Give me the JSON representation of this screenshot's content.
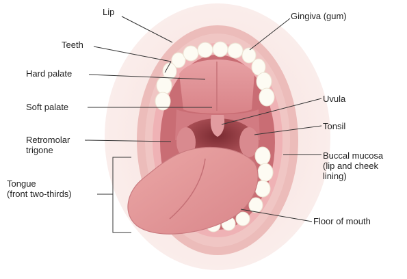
{
  "labels": {
    "lip": "Lip",
    "teeth": "Teeth",
    "hard_palate": "Hard palate",
    "soft_palate": "Soft palate",
    "retromolar_1": "Retromolar",
    "retromolar_2": "trigone",
    "tongue_1": "Tongue",
    "tongue_2": "(front two-thirds)",
    "gingiva": "Gingiva (gum)",
    "uvula": "Uvula",
    "tonsil": "Tonsil",
    "buccal_1": "Buccal mucosa",
    "buccal_2": "(lip and cheek",
    "buccal_3": "lining)",
    "floor": "Floor of mouth"
  },
  "colors": {
    "skin": "#f3d9d6",
    "lip": "#e9b3b1",
    "gum": "#efb7b9",
    "palate": "#dd8e93",
    "throat": "#9e3f45",
    "tongue": "#e49898",
    "tongue_shadow": "#c87278",
    "tooth": "#fdfcf6",
    "leader": "#333333"
  }
}
